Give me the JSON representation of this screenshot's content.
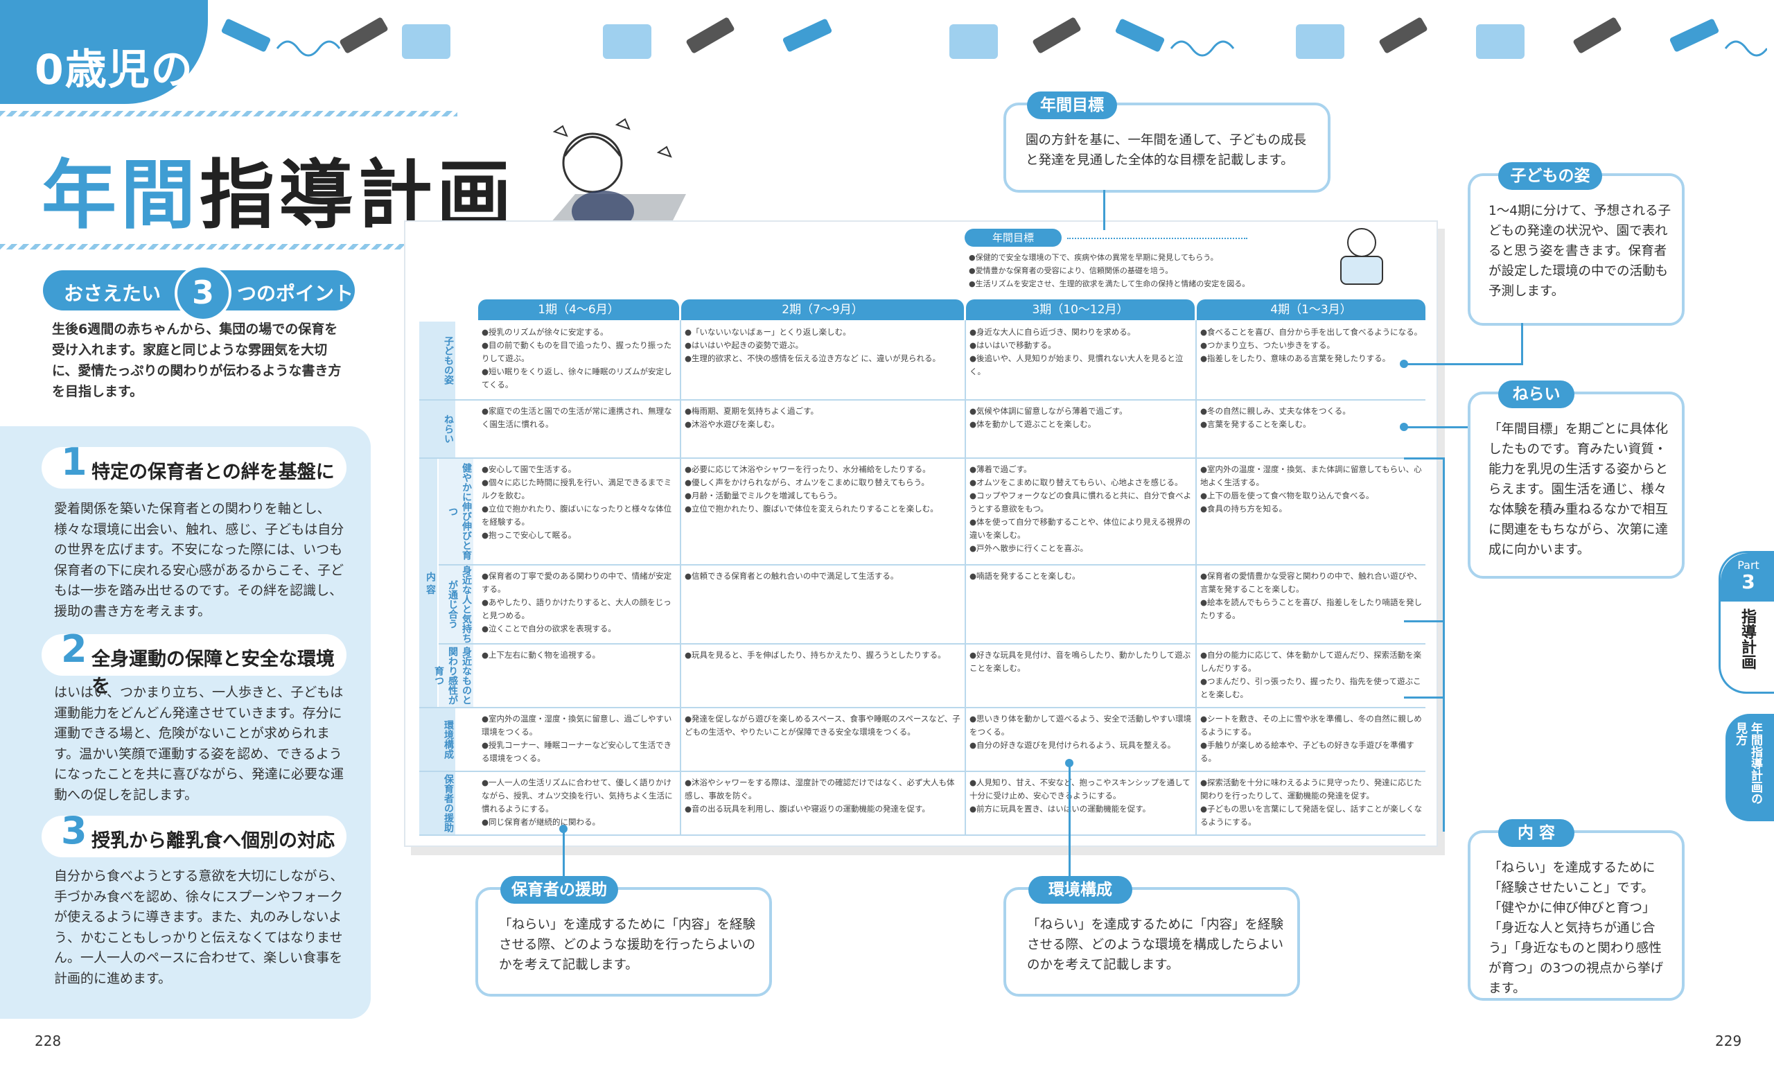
{
  "age_title": "0歳児の",
  "main_title": {
    "part1": "年間",
    "part2": "指導計画"
  },
  "points_pill": {
    "left": "おさえたい",
    "num": "3",
    "right": "つのポイント"
  },
  "intro": "生後6週間の赤ちゃんから、集団の場での保育を受け入れます。家庭と同じような雰囲気を大切に、愛情たっぷりの関わりが伝わるような書き方を目指します。",
  "points": [
    {
      "num": "1",
      "title": "特定の保育者との絆を基盤に",
      "text": "愛着関係を築いた保育者との関わりを軸とし、様々な環境に出会い、触れ、感じ、子どもは自分の世界を広げます。不安になった際には、いつも保育者の下に戻れる安心感があるからこそ、子どもは一歩を踏み出せるのです。その絆を認識し、援助の書き方を考えます。"
    },
    {
      "num": "2",
      "title": "全身運動の保障と安全な環境を",
      "text": "はいはい、つかまり立ち、一人歩きと、子どもは運動能力をどんどん発達させていきます。存分に運動できる場と、危険がないことが求められます。温かい笑顔で運動する姿を認め、できるようになったことを共に喜びながら、発達に必要な運動への促しを記します。"
    },
    {
      "num": "3",
      "title": "授乳から離乳食へ個別の対応",
      "text": "自分から食べようとする意欲を大切にしながら、手づかみ食べを認め、徐々にスプーンやフォークが使えるように導きます。また、丸のみしないよう、かむこともしっかりと伝えなくてはなりません。一人一人のペースに合わせて、楽しい食事を計画的に進めます。"
    }
  ],
  "page_left": "228",
  "page_right": "229",
  "callouts": {
    "annual_goal": {
      "tag": "年間目標",
      "text": "園の方針を基に、一年間を通して、子どもの成長と発達を見通した全体的な目標を記載します。"
    },
    "child_state": {
      "tag": "子どもの姿",
      "text": "1〜4期に分けて、予想される子どもの発達の状況や、園で表れると思う姿を書きます。保育者が設定した環境の中での活動も予測します。"
    },
    "aim": {
      "tag": "ねらい",
      "text": "「年間目標」を期ごとに具体化したものです。育みたい資質・能力を乳児の生活する姿からとらえます。園生活を通じ、様々な体験を積み重ねるなかで相互に関連をもちながら、次第に達成に向かいます。"
    },
    "content": {
      "tag": "内 容",
      "text": "「ねらい」を達成するために「経験させたいこと」です。「健やかに伸び伸びと育つ」「身近な人と気持ちが通じ合う」「身近なものと関わり感性が育つ」の3つの視点から挙げます。"
    },
    "support": {
      "tag": "保育者の援助",
      "text": "「ねらい」を達成するために「内容」を経験させる際、どのような援助を行ったらよいのかを考えて記載します。"
    },
    "environment": {
      "tag": "環境構成",
      "text": "「ねらい」を達成するために「内容」を経験させる際、どのような環境を構成したらよいのかを考えて記載します。"
    }
  },
  "side_tab": {
    "part": "Part",
    "part_num": "3",
    "label": "指導計画",
    "sub": "年間指導計画の見方"
  },
  "sheet": {
    "goal_label": "年間目標",
    "goals": [
      "●保健的で安全な環境の下で、疾病や体の異常を早期に発見してもらう。",
      "●愛情豊かな保育者の受容により、信頼関係の基礎を培う。",
      "●生活リズムを安定させ、生理的欲求を満たして生命の保持と情緒の安定を図る。"
    ],
    "periods": [
      "1期（4〜6月）",
      "2期（7〜9月）",
      "3期（10〜12月）",
      "4期（1〜3月）"
    ],
    "row_labels": {
      "child": "子どもの姿",
      "aim": "ねらい",
      "content": "内 容",
      "c1": "健やかに伸び伸びと育つ",
      "c2": "身近な人と気持ちが通じ合う",
      "c3": "身近なものと関わり感性が育つ",
      "env": "環境構成",
      "support": "保育者の援助"
    },
    "rows": {
      "child": [
        "●授乳のリズムが徐々に安定する。\n●目の前で動くものを目で追ったり、握ったり振ったりして遊ぶ。\n●短い眠りをくり返し、徐々に睡眠のリズムが安定してくる。",
        "●「いないいないばぁー」とくり返し楽しむ。\n●はいはいや起きの姿勢で遊ぶ。\n●生理的欲求と、不快の感情を伝える泣き方など に、違いが見られる。",
        "●身近な大人に自ら近づき、関わりを求める。\n●はいはいで移動する。\n●後追いや、人見知りが始まり、見慣れない大人を見ると泣く。",
        "●食べることを喜び、自分から手を出して食べるようになる。\n●つかまり立ち、つたい歩きをする。\n●指差しをしたり、意味のある言葉を発したりする。"
      ],
      "aim": [
        "●家庭での生活と園での生活が常に連携され、無理なく園生活に慣れる。",
        "●梅雨期、夏期を気持ちよく過ごす。\n●沐浴や水遊びを楽しむ。",
        "●気候や体調に留意しながら薄着で過ごす。\n●体を動かして遊ぶことを楽しむ。",
        "●冬の自然に親しみ、丈夫な体をつくる。\n●言葉を発することを楽しむ。"
      ],
      "c1": [
        "●安心して園で生活する。\n●個々に応じた時間に授乳を行い、満足できるまでミルクを飲む。\n●立位で抱かれたり、腹ばいになったりと様々な体位を経験する。\n●抱っこで安心して眠る。",
        "●必要に応じて沐浴やシャワーを行ったり、水分補給をしたりする。\n●優しく声をかけられながら、オムツをこまめに取り替えてもらう。\n●月齢・活動量でミルクを増減してもらう。\n●立位で抱かれたり、腹ばいで体位を変えられたりすることを楽しむ。",
        "●薄着で過ごす。\n●オムツをこまめに取り替えてもらい、心地よさを感じる。\n●コップやフォークなどの食具に慣れると共に、自分で食べようとする意欲をもつ。\n●体を使って自分で移動することや、体位により見える視界の違いを楽しむ。\n●戸外へ散歩に行くことを喜ぶ。",
        "●室内外の温度・湿度・換気、また体調に留意してもらい、心地よく生活する。\n●上下の唇を使って食べ物を取り込んで食べる。\n●食具の持ち方を知る。"
      ],
      "c2": [
        "●保育者の丁寧で愛のある関わりの中で、情緒が安定する。\n●あやしたり、語りかけたりすると、大人の顔をじっと見つめる。\n●泣くことで自分の欲求を表現する。",
        "●信頼できる保育者との触れ合いの中で満足して生活する。",
        "●喃語を発することを楽しむ。",
        "●保育者の愛情豊かな受容と関わりの中で、触れ合い遊びや、言葉を発することを楽しむ。\n●絵本を読んでもらうことを喜び、指差しをしたり喃語を発したりする。"
      ],
      "c3": [
        "●上下左右に動く物を追視する。",
        "●玩具を見ると、手を伸ばしたり、持ちかえたり、握ろうとしたりする。",
        "●好きな玩具を見付け、音を鳴らしたり、動かしたりして遊ぶことを楽しむ。",
        "●自分の能力に応じて、体を動かして遊んだり、探索活動を楽しんだりする。\n●つまんだり、引っ張ったり、握ったり、指先を使って遊ぶことを楽しむ。"
      ],
      "env": [
        "●室内外の温度・湿度・換気に留意し、過ごしやすい環境をつくる。\n●授乳コーナー、睡眠コーナーなど安心して生活できる環境をつくる。",
        "●発達を促しながら遊びを楽しめるスペース、食事や睡眠のスペースなど、子どもの生活や、やりたいことが保障できる安全な環境をつくる。",
        "●思いきり体を動かして遊べるよう、安全で活動しやすい環境をつくる。\n●自分の好きな遊びを見付けられるよう、玩具を整える。",
        "●シートを敷き、その上に雪や氷を準備し、冬の自然に親しめるようにする。\n●手触りが楽しめる絵本や、子どもの好きな手遊びを準備する。"
      ],
      "support": [
        "●一人一人の生活リズムに合わせて、優しく語りかけながら、授乳、オムツ交換を行い、気持ちよく生活に慣れるようにする。\n●同じ保育者が継続的に関わる。",
        "●沐浴やシャワーをする際は、湿度計での確認だけではなく、必ず大人も体感し、事故を防ぐ。\n●音の出る玩具を利用し、腹ばいや寝返りの運動機能の発達を促す。",
        "●人見知り、甘え、不安など、抱っこやスキンシップを通して十分に受け止め、安心できるようにする。\n●前方に玩具を置き、はいはいの運動機能を促す。",
        "●探索活動を十分に味わえるように見守ったり、発達に応じた関わりを行ったりして、運動機能の発達を促す。\n●子どもの思いを言葉にして発語を促し、話すことが楽しくなるようにする。"
      ]
    }
  }
}
